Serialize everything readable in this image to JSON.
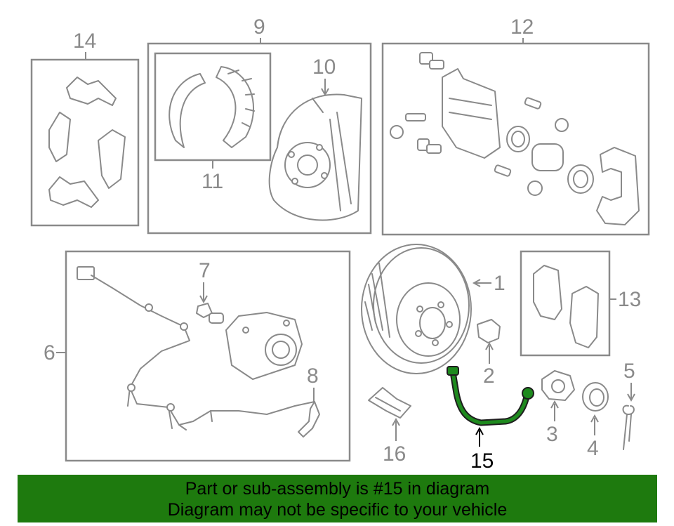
{
  "callouts": {
    "c1": "1",
    "c2": "2",
    "c3": "3",
    "c4": "4",
    "c5": "5",
    "c6": "6",
    "c7": "7",
    "c8": "8",
    "c9": "9",
    "c10": "10",
    "c11": "11",
    "c12": "12",
    "c13": "13",
    "c14": "14",
    "c15": "15",
    "c16": "16"
  },
  "highlight_part": "15",
  "colors": {
    "banner_bg": "#1e7a0e",
    "highlight_hose": "#1e8a1e",
    "line_gray": "#8a8a8a"
  },
  "banner": {
    "line1": "Part or sub-assembly is #15 in diagram",
    "line2": "Diagram may not be specific to your vehicle"
  }
}
